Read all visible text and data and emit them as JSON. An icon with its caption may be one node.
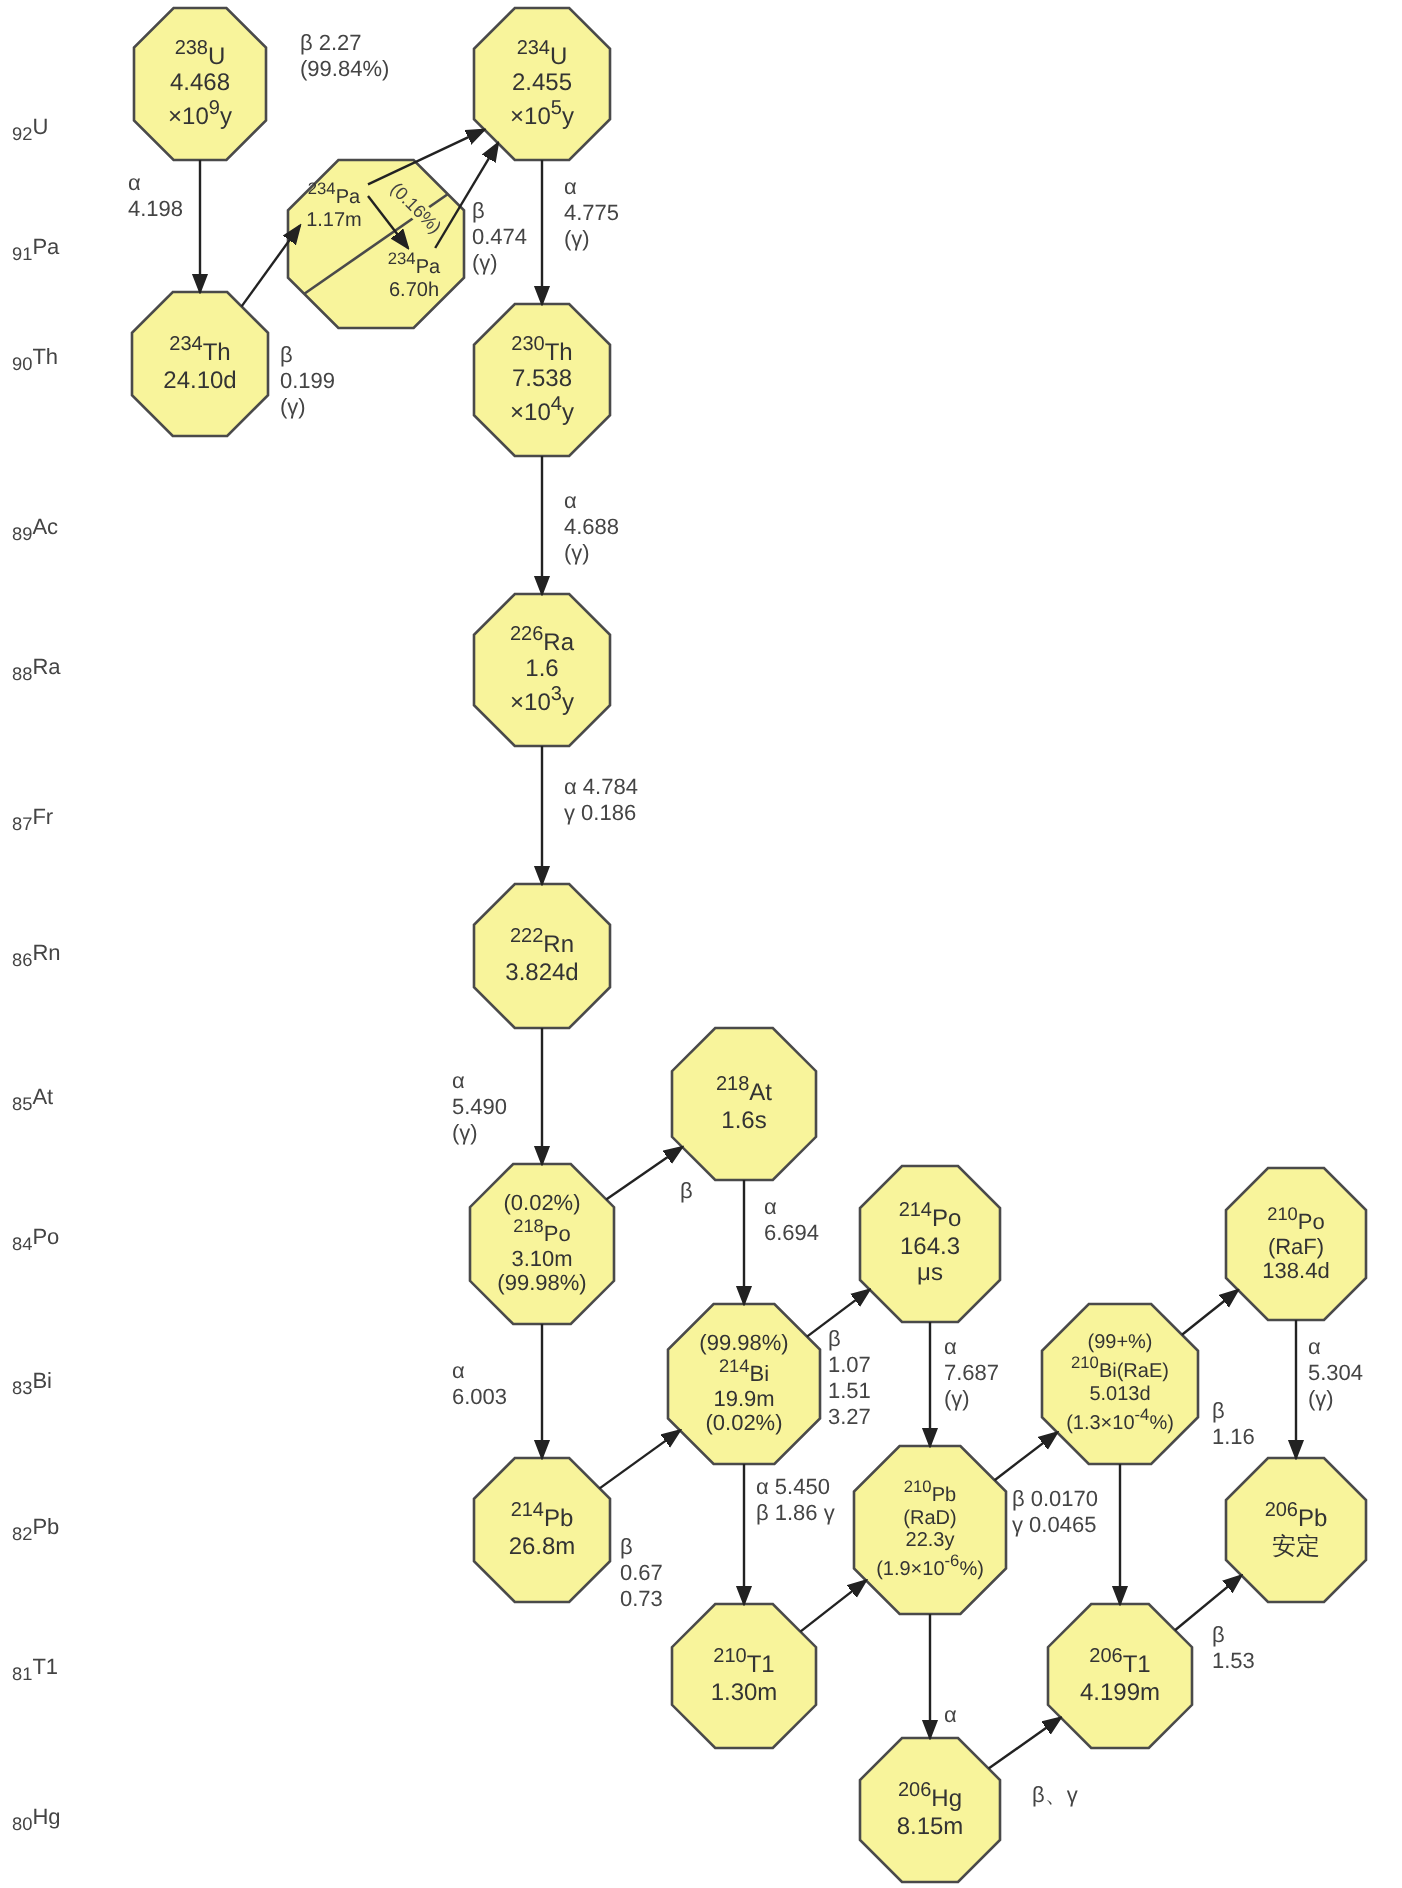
{
  "diagram": {
    "nodes": [
      {
        "text": [
          "$^{238}$U",
          "4.468 ×10$^{9}$y"
        ]
      },
      {
        "text": [],
        "shape": "octagon"
      },
      {
        "text": [
          "$^{234}$Pa",
          "1.17m"
        ],
        "in": 1
      },
      {
        "text": [
          "$^{234}$Pa",
          "6.70h"
        ],
        "in": 1
      },
      {
        "text": [
          "$^{234}$U",
          "2.455 ×10$^{5}$y"
        ]
      },
      {
        "text": [
          "$^{234}$Th",
          "24.10d"
        ]
      },
      {
        "text": [
          "$^{230}$Th",
          "7.538 ×10$^{4}$y"
        ]
      },
      {
        "text": [
          "$^{226}$Ra",
          "1.6 ×10$^{3}$y"
        ]
      },
      {
        "text": [
          "$^{222}$Rn",
          "3.824d"
        ]
      },
      {
        "text": [
          "(0.02%)",
          "$^{218}$Po",
          "3.10m",
          "(99.98%)"
        ]
      },
      {
        "text": [
          "$^{218}$At",
          "1.6s"
        ]
      },
      {
        "text": [
          "$^{214}$Pb",
          "26.8m"
        ]
      },
      {
        "text": [
          "(99.98%)",
          "$^{214}$Bi",
          "19.9m",
          "(0.02%)"
        ]
      },
      {
        "text": [
          "$^{214}$Po",
          "164.3 μs"
        ]
      },
      {
        "text": [
          "$^{210}$T1",
          "1.30m"
        ]
      },
      {
        "text": [
          "$^{210}$Pb",
          "(RaD)",
          "22.3y",
          "(1.9×10$^{-6}$%)"
        ]
      },
      {
        "text": [
          "(99+%)",
          "$^{210}$Bi(RaE)",
          "5.013d",
          "(1.3×10$^{-4}$%)"
        ]
      },
      {
        "text": [
          "$^{210}$Po",
          "(RaF)",
          "138.4d"
        ]
      },
      {
        "text": [
          "$^{206}$T1",
          "4.199m"
        ]
      },
      {
        "text": [
          "$^{206}$Pb",
          "安定"
        ]
      },
      {
        "text": [
          "$^{206}$Hg",
          "8.15m"
        ]
      }
    ],
    "edges": [
      {
        "from": 0,
        "to": 5,
        "arrow": "to",
        "label": "α 4.198"
      },
      {
        "from": 5,
        "to": 2,
        "arrow": "to",
        "label": "β 0.199 (γ)"
      },
      {
        "from": 2,
        "to": 4,
        "arrow": "to",
        "label": "β 2.27 (99.84%)"
      },
      {
        "from": 2,
        "to": 3,
        "arrow": "to",
        "label": "(0.16%)"
      },
      {
        "from": 3,
        "to": 4,
        "arrow": "to",
        "label": "β 0.474 (γ)"
      },
      {
        "from": 4,
        "to": 6,
        "arrow": "to",
        "label": "α 4.775 (γ)"
      },
      {
        "from": 6,
        "to": 7,
        "arrow": "to",
        "label": "α 4.688 (γ)"
      },
      {
        "from": 7,
        "to": 8,
        "arrow": "to",
        "label": "α 4.784 γ 0.186"
      },
      {
        "from": 8,
        "to": 9,
        "arrow": "to",
        "label": "α 5.490 (γ)"
      },
      {
        "from": 9,
        "to": 10,
        "arrow": "to",
        "label": "β"
      },
      {
        "from": 9,
        "to": 11,
        "arrow": "to",
        "label": "α 6.003"
      },
      {
        "from": 10,
        "to": 12,
        "arrow": "to",
        "label": "α 6.694"
      },
      {
        "from": 11,
        "to": 12,
        "arrow": "to",
        "label": "β 0.67 0.73"
      },
      {
        "from": 12,
        "to": 13,
        "arrow": "to",
        "label": "β 1.07 1.51 3.27"
      },
      {
        "from": 12,
        "to": 14,
        "arrow": "to",
        "label": "α 5.450 β 1.86 γ"
      },
      {
        "from": 13,
        "to": 15,
        "arrow": "to",
        "label": "α 7.687 (γ)"
      },
      {
        "from": 14,
        "to": 15,
        "arrow": "to"
      },
      {
        "from": 15,
        "to": 16,
        "arrow": "to",
        "label": "β 0.0170 γ 0.0465"
      },
      {
        "from": 15,
        "to": 20,
        "arrow": "to",
        "label": "α"
      },
      {
        "from": 16,
        "to": 17,
        "arrow": "to",
        "label": "β 1.16"
      },
      {
        "from": 16,
        "to": 18,
        "arrow": "to"
      },
      {
        "from": 17,
        "to": 19,
        "arrow": "to",
        "label": "α 5.304 (γ)"
      },
      {
        "from": 20,
        "to": 18,
        "arrow": "to",
        "label": "β、γ"
      },
      {
        "from": 18,
        "to": 19,
        "arrow": "to",
        "label": "β 1.53"
      }
    ],
    "labels": [
      "$_{92}$U",
      "$_{91}$Pa",
      "$_{90}$Th",
      "$_{89}$Ac",
      "$_{88}$Ra",
      "$_{87}$Fr",
      "$_{86}$Rn",
      "$_{85}$At",
      "$_{84}$Po",
      "$_{83}$Bi",
      "$_{82}$Pb",
      "$_{81}$T1",
      "$_{80}$Hg"
    ]
  }
}
